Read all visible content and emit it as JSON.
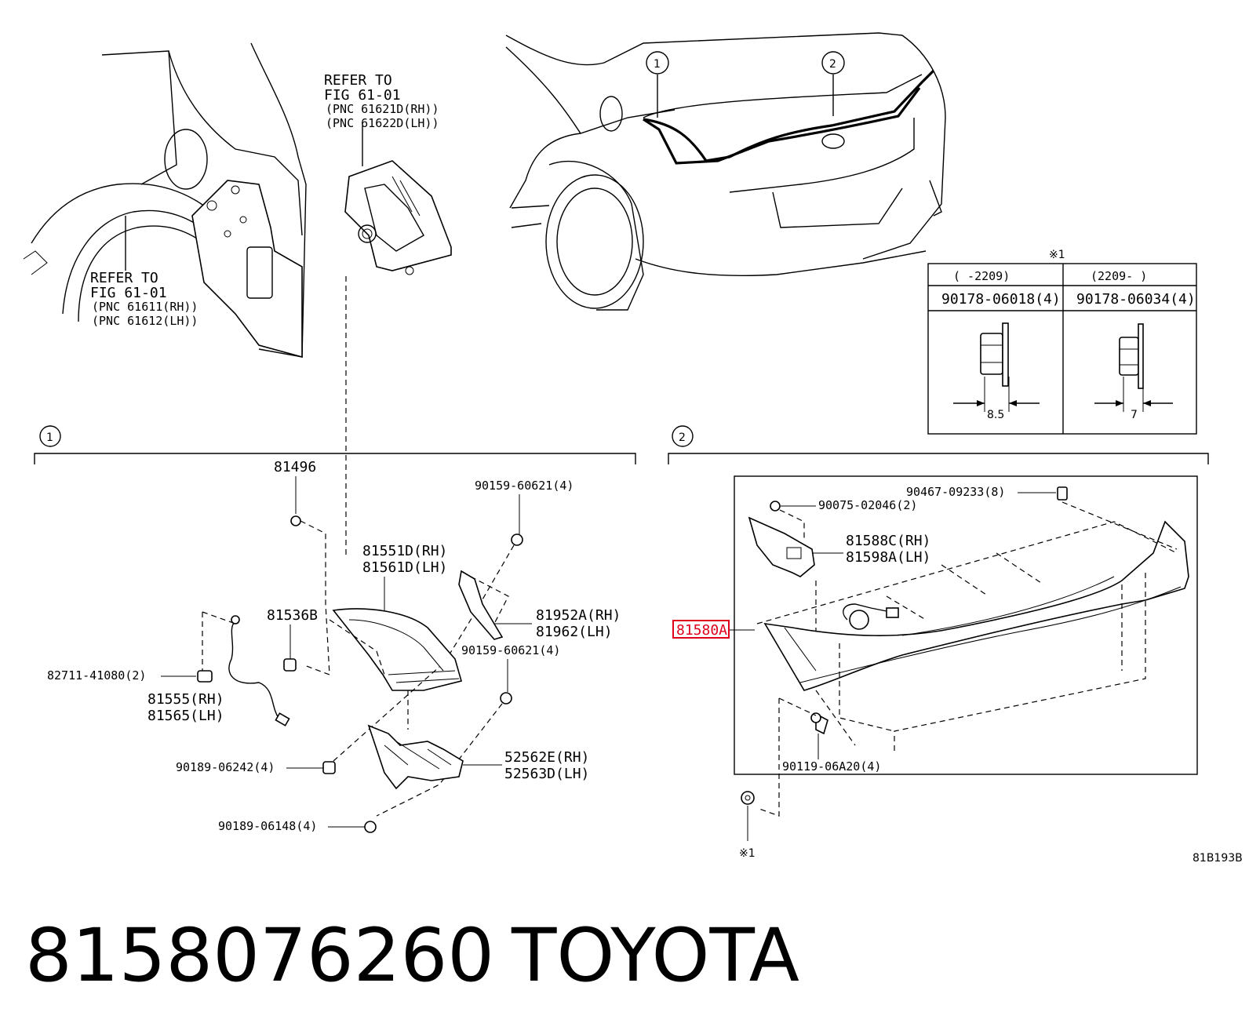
{
  "refs": {
    "top": [
      "REFER TO",
      "FIG 61-01",
      "(PNC 61621D(RH))",
      "(PNC 61622D(LH))"
    ],
    "left": [
      "REFER TO",
      "FIG 61-01",
      "(PNC 61611(RH))",
      "(PNC 61612(LH))"
    ]
  },
  "callouts": {
    "one": "1",
    "two": "2"
  },
  "note_mark": "※1",
  "table": {
    "h1": "(      -2209)",
    "h2": "(2209-      )",
    "p1": "90178-06018(4)",
    "p2": "90178-06034(4)",
    "d1": "8.5",
    "d2": "7"
  },
  "group1": {
    "p81496": "81496",
    "p90159a": "90159-60621(4)",
    "p81551": "81551D(RH)",
    "p81561": "81561D(LH)",
    "p81536": "81536B",
    "p81952": "81952A(RH)",
    "p81962": "81962(LH)",
    "p90159b": "90159-60621(4)",
    "p82711": "82711-41080(2)",
    "p81555": "81555(RH)",
    "p81565": "81565(LH)",
    "p90189a": "90189-06242(4)",
    "p52562": "52562E(RH)",
    "p52563": "52563D(LH)",
    "p90189b": "90189-06148(4)"
  },
  "group2": {
    "p90467": "90467-09233(8)",
    "p90075": "90075-02046(2)",
    "p81588": "81588C(RH)",
    "p81598": "81598A(LH)",
    "p81580": "81580A",
    "p90119": "90119-06A20(4)",
    "note": "※1"
  },
  "diagram_code": "81B193B",
  "caption": {
    "part_number": "8158076260",
    "brand": "TOYOTA"
  },
  "colors": {
    "highlight": "#e0001b"
  }
}
